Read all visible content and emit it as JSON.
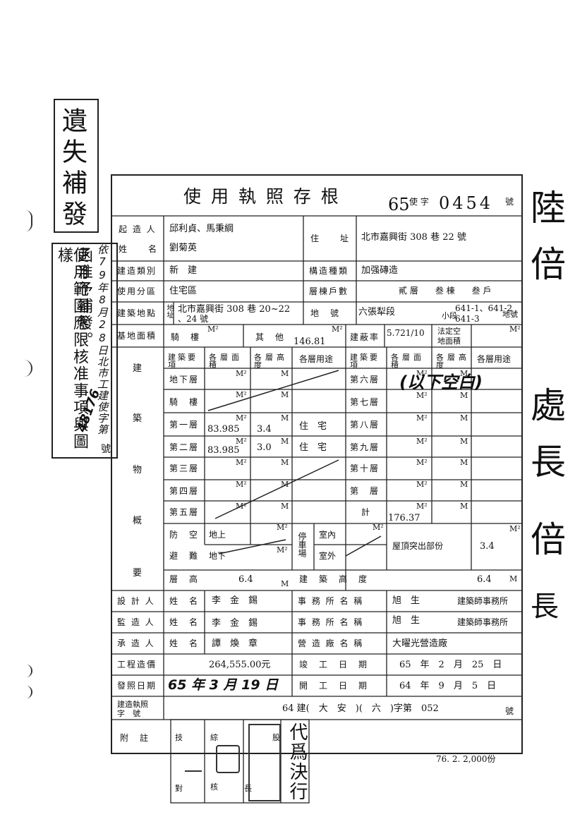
{
  "stamp_left": {
    "text": "遺失補發"
  },
  "note_left": {
    "col1": "使用範圍應限核准事項與圖樣",
    "col2": "函准予補發。",
    "col3": "依79年8月28日北市工建使字第",
    "number": "48176",
    "hao": "號"
  },
  "right_side": {
    "chars": [
      "陸",
      "倍",
      "處",
      "長",
      "倍",
      "長"
    ]
  },
  "header": {
    "title": "使 用 執 照 存 根",
    "number_prefix": "65",
    "number_char": "使 字",
    "number_value": "0454",
    "number_suffix": "號"
  },
  "rows": {
    "applicant_label_1": "起 造 人",
    "applicant_label_2": "姓　　名",
    "applicant_name_1": "邱利貞、馬秉綱",
    "applicant_name_2": "劉菊英",
    "address_label": "住　　址",
    "address_value": "北市嘉興街 308 巷 22 號",
    "building_type_label": "建造類別",
    "building_type_value": "新　建",
    "structure_label": "構造種類",
    "structure_value": "加强磚造",
    "zone_label": "使用分區",
    "zone_value": "住宅區",
    "floors_label": "層棟戶數",
    "floors_value": "貳 層　　叁 棟　　叁 戶",
    "site_label": "建築地點",
    "site_sub": "地址",
    "site_value_1": "北市嘉興街 308 巷 20~22",
    "site_value_2": "、24 號",
    "lot_label": "地　號",
    "lot_value_1": "六張犁段",
    "lot_value_2": "小段",
    "lot_numbers_1": "641-1、641-2",
    "lot_numbers_2": "641-3",
    "lot_suffix": "地號",
    "base_area_label": "基地面積",
    "arcade_label": "騎　樓",
    "other_label": "其　他",
    "other_value": "146.81",
    "coverage_label": "建蔽率",
    "coverage_value": "5.721/10",
    "legal_area_label_1": "法定空",
    "legal_area_label_2": "地面積",
    "m2": "M²",
    "m": "M"
  },
  "building_table": {
    "side_labels": [
      "建",
      "築",
      "物",
      "概",
      "要"
    ],
    "col_headers_left": [
      "建築要項",
      "各層面積",
      "各層高度",
      "各層用途"
    ],
    "col_headers_right": [
      "建築要項",
      "各層面積",
      "各層高度",
      "各層用途"
    ],
    "left_rows": [
      {
        "label": "地下層",
        "area": "",
        "height": "",
        "use": ""
      },
      {
        "label": "騎　樓",
        "area": "",
        "height": "",
        "use": ""
      },
      {
        "label": "第一層",
        "area": "83.985",
        "height": "3.4",
        "use": "住　宅"
      },
      {
        "label": "第二層",
        "area": "83.985",
        "height": "3.0",
        "use": "住　宅"
      },
      {
        "label": "第三層",
        "area": "",
        "height": "",
        "use": ""
      },
      {
        "label": "第四層",
        "area": "",
        "height": "",
        "use": ""
      },
      {
        "label": "第五層",
        "area": "",
        "height": "",
        "use": ""
      }
    ],
    "right_rows": [
      {
        "label": "第六層"
      },
      {
        "label": "第七層"
      },
      {
        "label": "第八層"
      },
      {
        "label": "第九層"
      },
      {
        "label": "第十層"
      },
      {
        "label": "第　層"
      },
      {
        "label": "計",
        "area": "176.37"
      }
    ],
    "blank_note": "(以下空白)",
    "shelter_label_1": "防　空",
    "shelter_label_2": "避　難",
    "above_ground": "地上",
    "below_ground": "地下",
    "parking_label": "停車場",
    "indoor": "室內",
    "outdoor": "室外",
    "roof_label": "屋頂突出部份",
    "roof_value": "3.4",
    "storey_height_label": "層　高",
    "storey_height_value": "6.4",
    "building_height_label": "建　築　高　度",
    "building_height_value": "6.4"
  },
  "people": {
    "designer_label": "設 計 人",
    "supervisor_label": "監 造 人",
    "contractor_label": "承 造 人",
    "name_label": "姓　名",
    "designer_name": "李　金　錫",
    "supervisor_name": "李　金　錫",
    "contractor_name": "譚　煥　章",
    "office_label": "事 務 所 名 稱",
    "company_label": "營 造 廠 名 稱",
    "designer_office": "旭　生",
    "supervisor_office": "旭　生",
    "office_suffix": "建築師事務所",
    "contractor_company": "大曜光營造廠"
  },
  "dates": {
    "cost_label": "工程造價",
    "cost_value": "264,555.00元",
    "completion_label": "竣　工　日　期",
    "completion_value": "65　年　2　月　25　日",
    "issue_label": "發照日期",
    "issue_value": "65 年 3 月 19 日",
    "start_label": "開　工　日　期",
    "start_value": "64　年　9　月　5　日",
    "permit_label_1": "建造執照",
    "permit_label_2": "字　號",
    "permit_value": "64 建(　大　安　)(　六　)字第　052",
    "permit_suffix": "號",
    "remarks_label": "附　註"
  },
  "approval": {
    "labels": [
      "技",
      "對",
      "綜",
      "核",
      "股",
      "長"
    ],
    "seal_text": "代爲決行",
    "printer_note": "76. 2. 2,000份"
  }
}
